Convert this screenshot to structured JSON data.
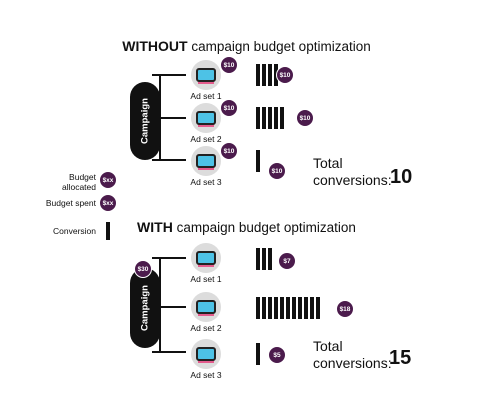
{
  "without": {
    "title_strong": "WITHOUT",
    "title_rest": "campaign budget optimization",
    "campaign_label": "Campaign",
    "adsets": [
      {
        "label": "Ad set 1",
        "budget": "$10",
        "spent": "$10",
        "conversions": 4
      },
      {
        "label": "Ad set 2",
        "budget": "$10",
        "spent": "$10",
        "conversions": 5
      },
      {
        "label": "Ad set 3",
        "budget": "$10",
        "spent": "$10",
        "conversions": 1
      }
    ],
    "total_line1": "Total",
    "total_line2": "conversions:",
    "total_value": "10"
  },
  "with": {
    "title_strong": "WITH",
    "title_rest": "campaign budget optimization",
    "campaign_label": "Campaign",
    "campaign_budget": "$30",
    "adsets": [
      {
        "label": "Ad set 1",
        "spent": "$7",
        "conversions": 3
      },
      {
        "label": "Ad set 2",
        "spent": "$18",
        "conversions": 11
      },
      {
        "label": "Ad set 3",
        "spent": "$5",
        "conversions": 1
      }
    ],
    "total_line1": "Total",
    "total_line2": "conversions:",
    "total_value": "15"
  },
  "legend": {
    "budget_allocated_line1": "Budget",
    "budget_allocated_line2": "allocated",
    "budget_allocated_badge": "$xx",
    "budget_spent": "Budget spent",
    "budget_spent_badge": "$xx",
    "conversion": "Conversion"
  },
  "colors": {
    "badge": "#4b1b4c",
    "screen": "#4dc2e6",
    "screen_accent": "#e35b8c",
    "circle": "#dcdcdc"
  }
}
